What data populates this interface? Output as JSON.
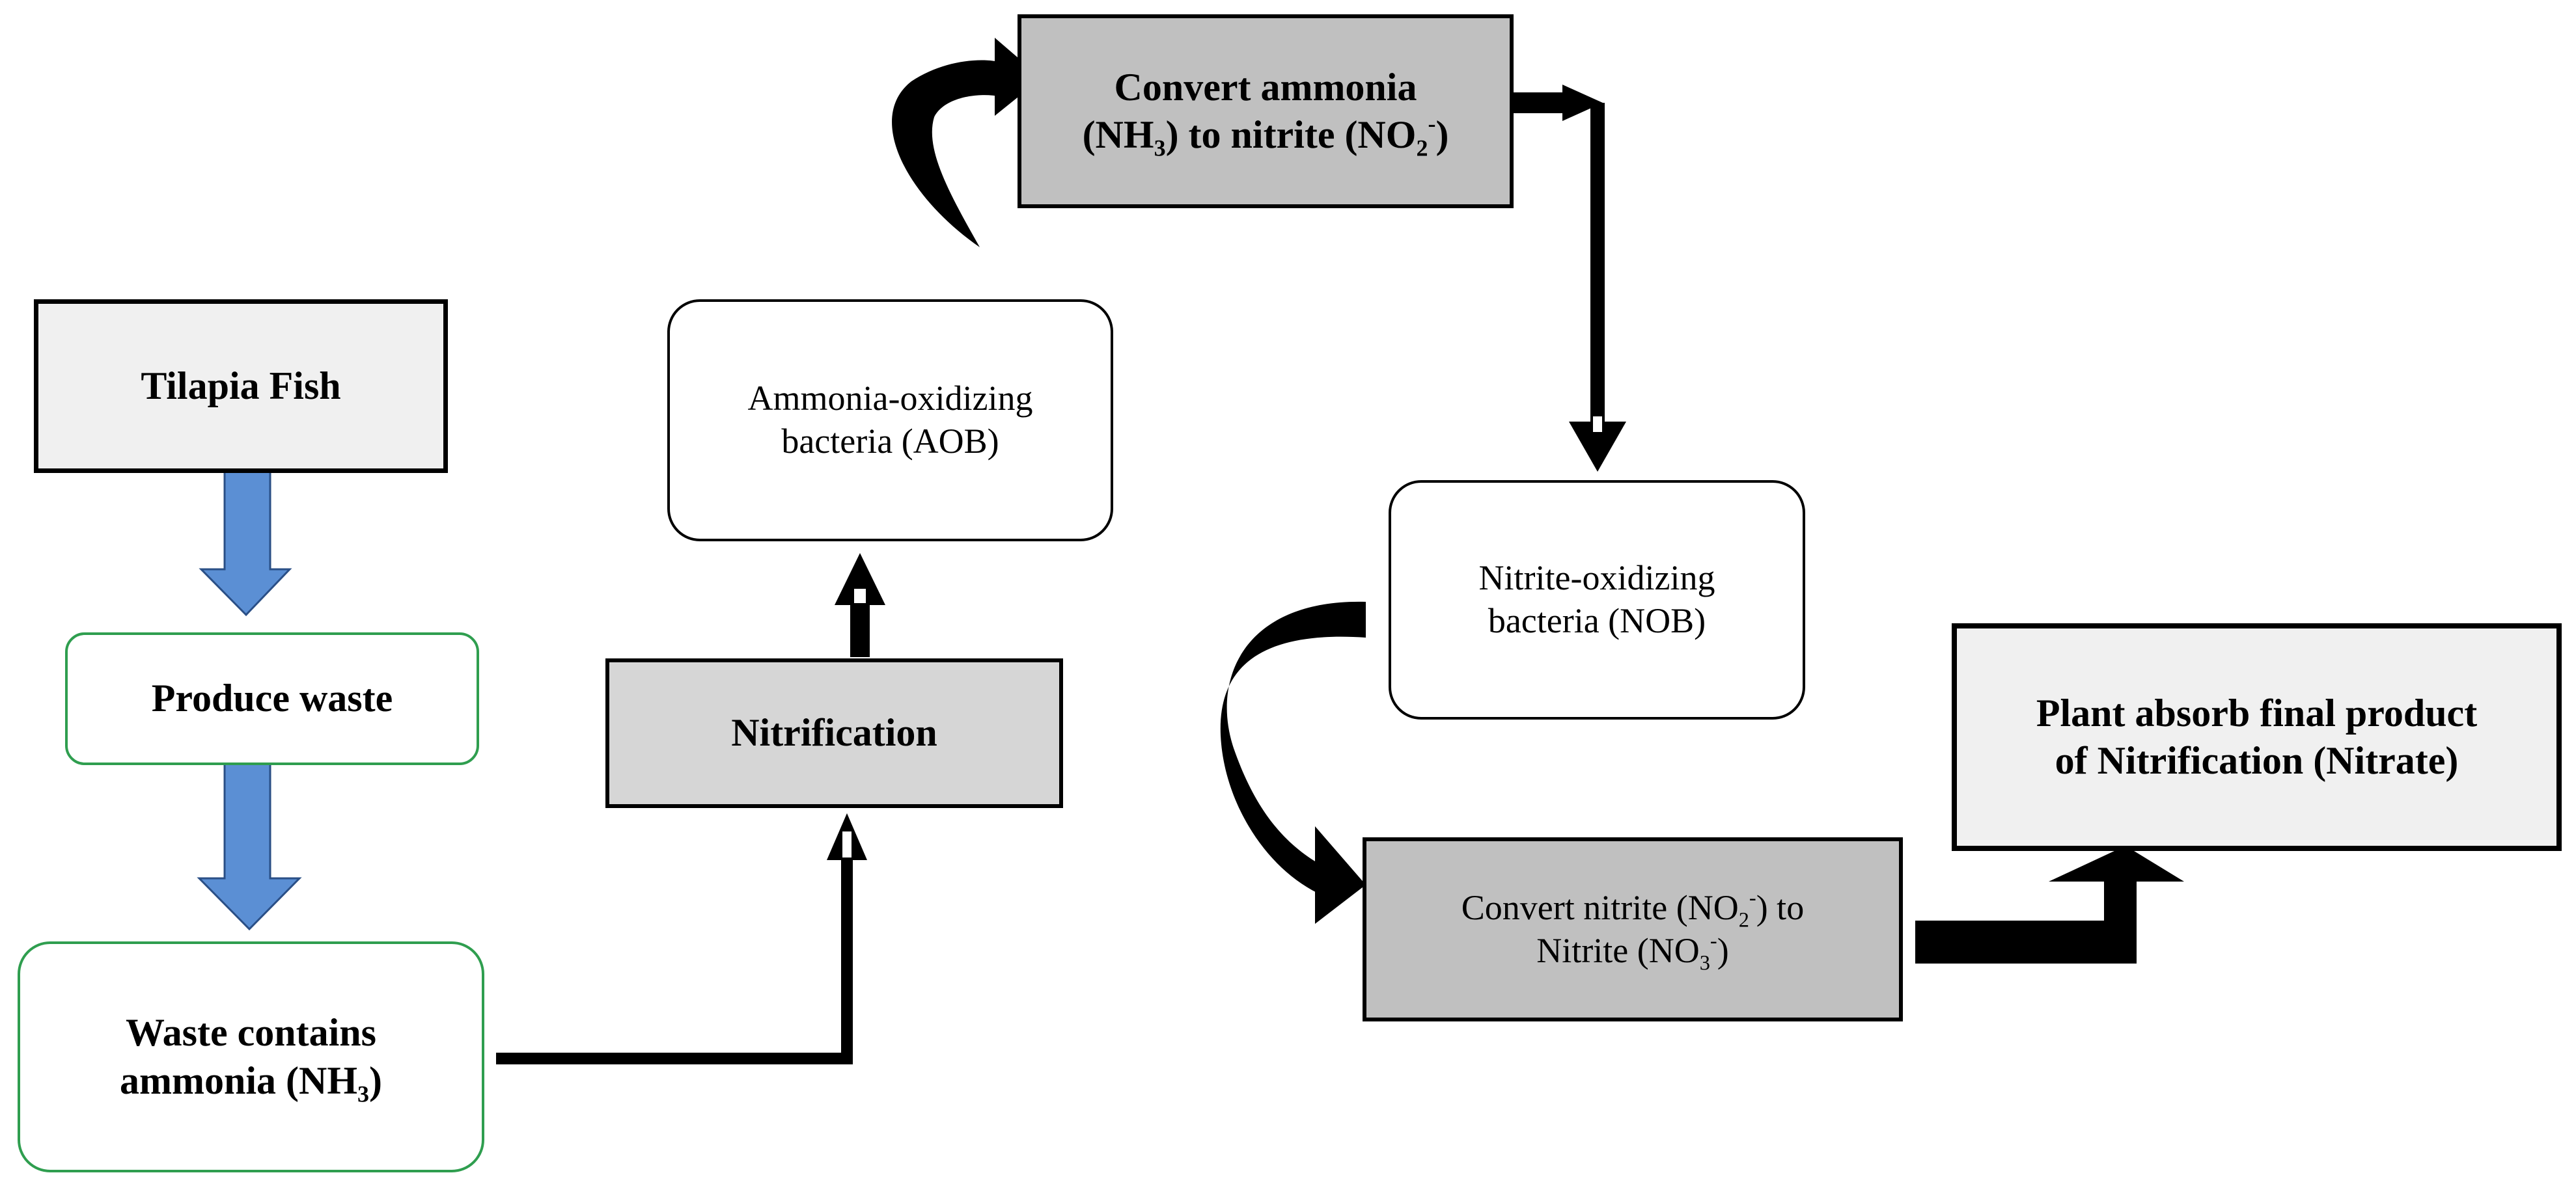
{
  "boxes": {
    "tilapia": {
      "text": "Tilapia Fish"
    },
    "produce_waste": {
      "text": "Produce waste"
    },
    "waste_ammonia": {
      "line1": "Waste contains",
      "line2_pre": "ammonia (NH",
      "line2_sub": "3",
      "line2_post": ")"
    },
    "nitrification": {
      "text": "Nitrification"
    },
    "aob": {
      "line1": "Ammonia-oxidizing",
      "line2": "bacteria (AOB)"
    },
    "convert_ammonia": {
      "line1": "Convert ammonia",
      "line2_pre": "(NH",
      "line2_sub": "3",
      "line2_mid": ") to nitrite (NO",
      "line2_sub2": "2",
      "line2_sup": "-",
      "line2_post": ")"
    },
    "nob": {
      "line1": "Nitrite-oxidizing",
      "line2": "bacteria (NOB)"
    },
    "convert_nitrite": {
      "line1_pre": "Convert nitrite (NO",
      "line1_sub": "2",
      "line1_sup": "-",
      "line1_post": ") to",
      "line2_pre": "Nitrite (NO",
      "line2_sub": "3",
      "line2_sup": "-",
      "line2_post": ")"
    },
    "plant": {
      "line1": "Plant absorb final product",
      "line2": "of Nitrification (Nitrate)"
    }
  },
  "colors": {
    "blue_arrow": "#5b8fd4",
    "green_border": "#2f9e4f",
    "gray_fill": "#c0c0c0",
    "light_gray_fill": "#f0f0f0",
    "mid_gray_fill": "#d6d6d6",
    "ink": "#000000"
  }
}
